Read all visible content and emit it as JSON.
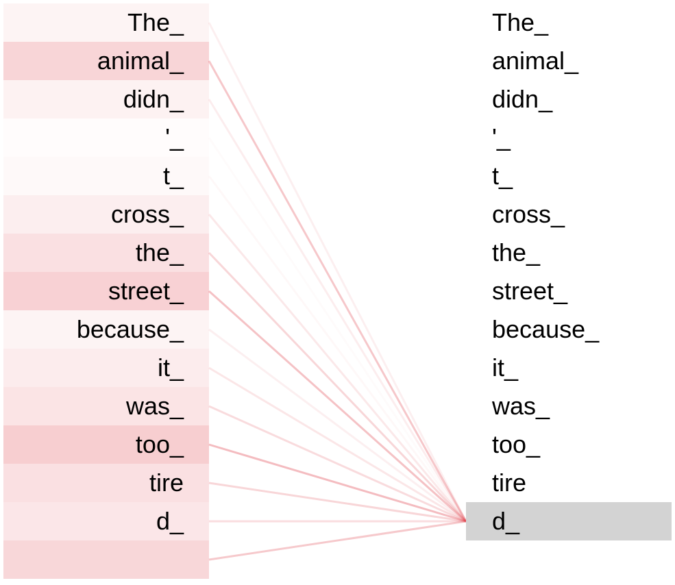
{
  "tokens": [
    "The_",
    "animal_",
    "didn_",
    "'_",
    "t_",
    "cross_",
    "the_",
    "street_",
    "because_",
    "it_",
    "was_",
    "too_",
    "tire",
    "d_",
    ""
  ],
  "attention": {
    "query_index": 13,
    "weights": [
      0.06,
      0.22,
      0.07,
      0.015,
      0.03,
      0.09,
      0.16,
      0.24,
      0.06,
      0.1,
      0.14,
      0.26,
      0.16,
      0.13,
      0.21
    ]
  },
  "colors": {
    "attention": "#e0404a",
    "selected_background": "#d3d3d3"
  }
}
